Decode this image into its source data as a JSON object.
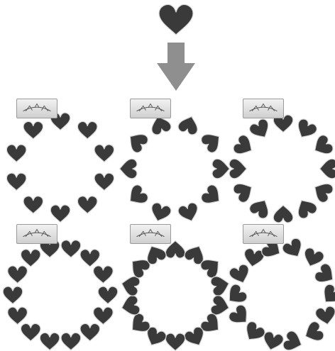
{
  "colors": {
    "heart_fill": "#3a3a3a",
    "heart_stroke": "#d8d8d8",
    "arrow": "#8f8f8f",
    "button_face": "#dcdcdc",
    "button_border": "#9a9a9a",
    "button_icon": "#555555"
  },
  "source_shape": {
    "icon": "heart-icon"
  },
  "arrow": {
    "icon": "arrow-down-icon"
  },
  "options": [
    {
      "icon": "arc-align-option-1-icon",
      "ring": {
        "count": 10,
        "orientation": "upright"
      }
    },
    {
      "icon": "arc-align-option-2-icon",
      "ring": {
        "count": 10,
        "orientation": "outward"
      }
    },
    {
      "icon": "arc-align-option-3-icon",
      "ring": {
        "count": 12,
        "orientation": "inward"
      }
    },
    {
      "icon": "arc-align-option-4-icon",
      "ring": {
        "count": 14,
        "orientation": "upright"
      }
    },
    {
      "icon": "arc-align-option-5-icon",
      "ring": {
        "count": 14,
        "orientation": "outward"
      }
    },
    {
      "icon": "arc-align-option-6-icon",
      "ring": {
        "count": 14,
        "orientation": "random"
      }
    }
  ]
}
